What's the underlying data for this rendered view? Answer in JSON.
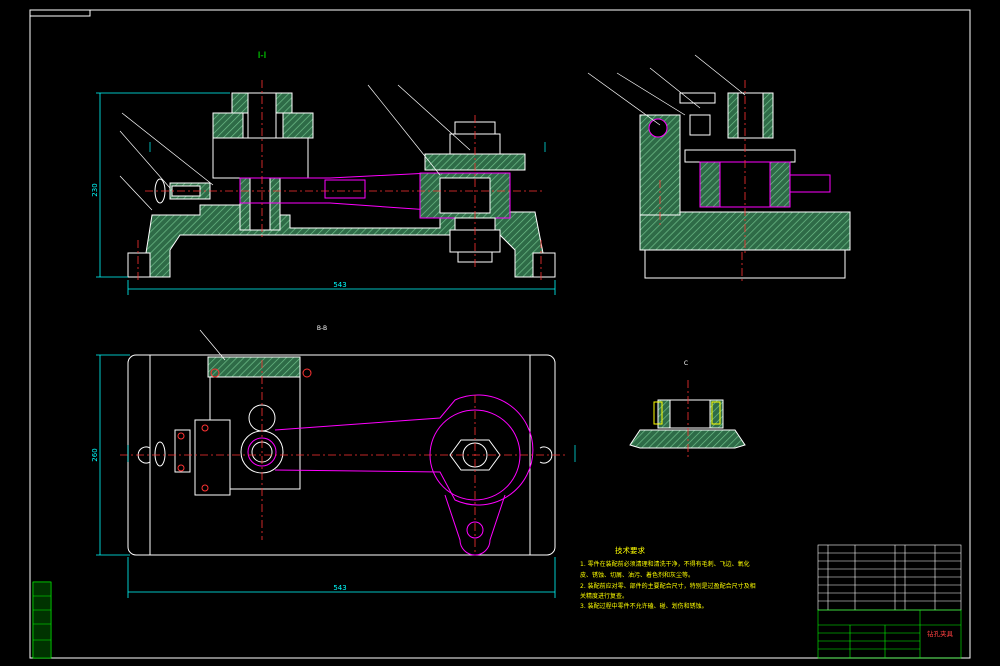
{
  "colors": {
    "background": "#000000",
    "outline": "#ffffff",
    "dimension": "#00ffff",
    "centerline": "#ff0000",
    "part_highlight": "#ff00ff",
    "hatch": "#3c8c5a",
    "title_block_green": "#00ff00",
    "label_yellow": "#ffff00"
  },
  "view_labels": {
    "section_top": "I-I",
    "section_b": "B-B",
    "detail_c": "C"
  },
  "dimensions": {
    "front_width": "543",
    "front_height": "230",
    "plan_width": "543",
    "plan_height": "260"
  },
  "tech_requirements": {
    "title": "技术要求",
    "lines": [
      "1. 零件在装配前必须清理和清洗干净，不得有毛刺、飞边、氧化",
      "皮、锈蚀、切屑、油污、着色剂和灰尘等。",
      "2. 装配前应对零、部件的主要配合尺寸，特别是过盈配合尺寸及相",
      "关精度进行复查。",
      "3. 装配过程中零件不允许磕、碰、划伤和锈蚀。"
    ]
  },
  "title_block": {
    "drawing_name": "钻孔夹具"
  }
}
